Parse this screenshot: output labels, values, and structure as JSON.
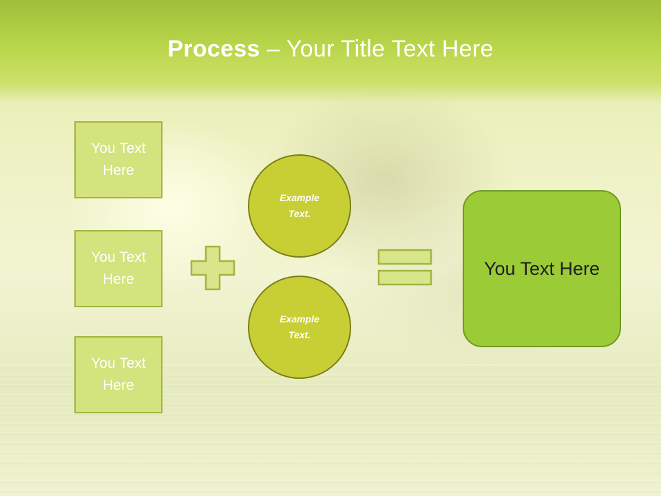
{
  "title": {
    "bold": "Process",
    "rest": " – Your Title Text Here"
  },
  "boxes": [
    {
      "label": "You Text Here"
    },
    {
      "label": "You Text Here"
    },
    {
      "label": "You Text Here"
    }
  ],
  "circles": [
    {
      "label": "Example Text."
    },
    {
      "label": "Example Text."
    }
  ],
  "result": {
    "label": "You Text Here"
  },
  "operators": {
    "plus": "plus-icon",
    "equals": "equals-icon"
  },
  "colors": {
    "header": "#b8d64a",
    "box_fill": "#d3e37e",
    "circle_fill": "#c8cf34",
    "result_fill": "#9bcb36"
  }
}
